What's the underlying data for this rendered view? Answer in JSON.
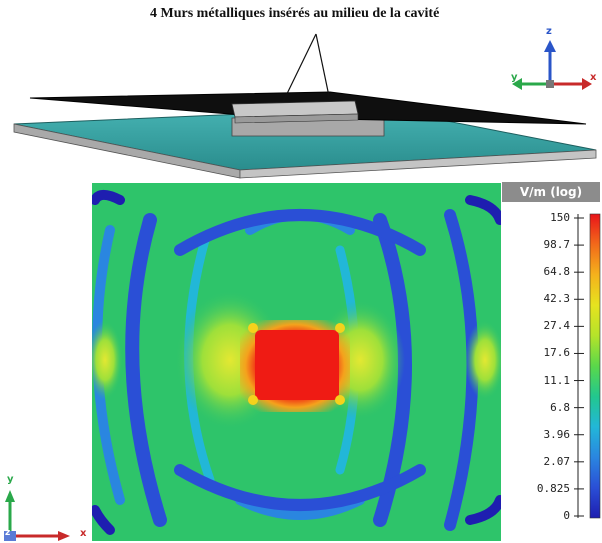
{
  "caption": "4 Murs métalliques insérés au milieu de la cavité",
  "legend": {
    "title": "V/m (log)",
    "ticks": [
      "150",
      "98.7",
      "64.8",
      "42.3",
      "27.4",
      "17.6",
      "11.1",
      "6.8",
      "3.96",
      "2.07",
      "0.825",
      "0"
    ],
    "gradient_colors": [
      "#e8141a",
      "#f26a1a",
      "#f5b21c",
      "#e6e31f",
      "#b5e32a",
      "#5ad84a",
      "#22c78e",
      "#22b7d8",
      "#2a86e0",
      "#2a4fd6",
      "#1e1eb0"
    ]
  },
  "axes_top": {
    "z": "z",
    "y": "y",
    "x": "x"
  },
  "axes_bottom": {
    "y": "y",
    "z": "z",
    "x": "x"
  },
  "colors": {
    "substrate": "#2f9c9c",
    "ground_plate": "#111111",
    "box": "#b8b8b8",
    "field_hot": "#ef1b14",
    "field_bg": "#2ec46a"
  }
}
